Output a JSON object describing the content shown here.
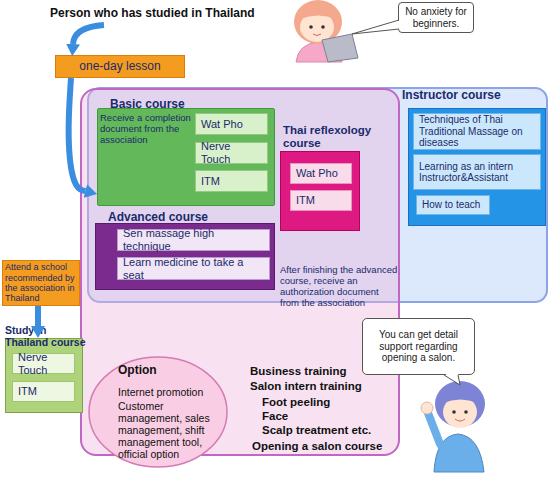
{
  "diagram": {
    "title": "Person who has studied in Thailand",
    "nodes": [
      {
        "text": [
          "one-day lesson"
        ]
      },
      {
        "text": [
          "No anxiety for beginners."
        ]
      },
      {
        "text": [
          "Business training",
          "Salon intern training",
          "Foot peeling",
          "Face",
          "Scalp treatment etc.",
          "Opening a salon course"
        ]
      },
      {
        "text": [
          "Basic course",
          "Receive a completion document from the association"
        ],
        "in": 2
      },
      {
        "text": [
          "Wat Pho"
        ],
        "in": 3
      },
      {
        "text": [
          "Nerve Touch"
        ],
        "in": 3
      },
      {
        "text": [
          "ITM"
        ],
        "in": 3
      },
      {
        "text": [
          "Thai reflexology course"
        ],
        "in": 2
      },
      {
        "text": [
          "Wat Pho"
        ],
        "in": 7
      },
      {
        "text": [
          "ITM"
        ],
        "in": 7
      },
      {
        "text": [
          "Advanced course"
        ],
        "in": 2
      },
      {
        "text": [
          "Sen massage high technique"
        ],
        "in": 10
      },
      {
        "text": [
          "Learn medicine to take a seat"
        ],
        "in": 10
      },
      {
        "text": [
          "Instructor course"
        ]
      },
      {
        "text": [
          "Techniques of Thai Traditional Massage on diseases"
        ],
        "in": 13
      },
      {
        "text": [
          "Learning as an intern Instructor&Assistant"
        ],
        "in": 13
      },
      {
        "text": [
          "How to teach"
        ],
        "in": 13
      },
      {
        "text": [
          "Attend a school recommended by the association in Thailand"
        ]
      },
      {
        "text": [
          "Study in Thailand course"
        ]
      },
      {
        "text": [
          "Nerve Touch"
        ],
        "in": 18
      },
      {
        "text": [
          "ITM"
        ],
        "in": 18
      },
      {
        "text": [
          "Option",
          "Internet promotion",
          "Customer management, sales management, shift management tool, official option"
        ],
        "in": 2
      },
      {
        "text": [
          "You can get detail support regarding opening a salon."
        ]
      }
    ],
    "edges": [
      {
        "from": 0,
        "to": 3,
        "arrow": "to"
      },
      {
        "from": 17,
        "to": 18,
        "arrow": "to"
      }
    ],
    "labels": [
      "After finishing the advanced course, receive an authorization document from the association"
    ]
  }
}
